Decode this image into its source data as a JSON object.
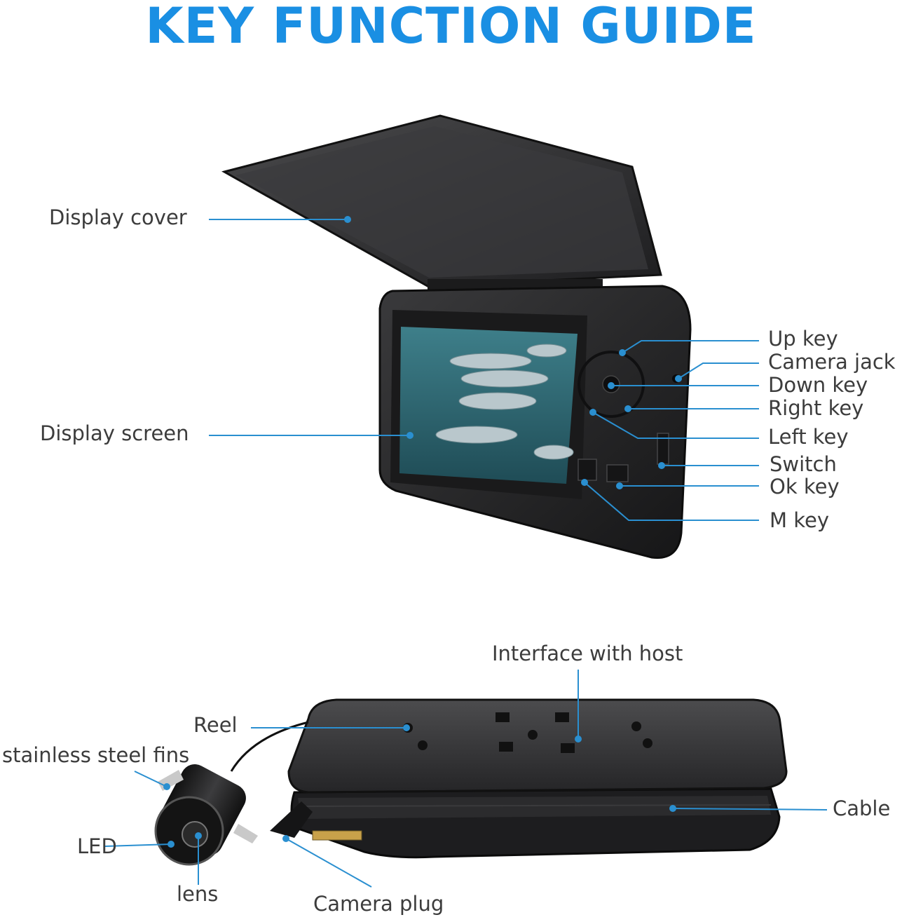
{
  "title": "KEY FUNCTION GUIDE",
  "colors": {
    "title": "#1a8fe3",
    "leader_line": "#2a8fd0",
    "device_body": "#2b2b2d",
    "screen_water": "#2f6f78"
  },
  "monitor_labels": {
    "display_cover": "Display cover",
    "display_screen": "Display screen",
    "up_key": "Up key",
    "camera_jack": "Camera jack",
    "down_key": "Down key",
    "right_key": "Right key",
    "left_key": "Left key",
    "switch": "Switch",
    "ok_key": "Ok key",
    "m_key": "M key"
  },
  "reel_labels": {
    "interface_with_host": "Interface with host",
    "reel": "Reel",
    "stainless_steel_fins": "stainless steel fins",
    "led": "LED",
    "lens": "lens",
    "camera_plug": "Camera plug",
    "cable": "Cable"
  },
  "images": {
    "monitor": "fish-finder-monitor-with-open-cover",
    "screen_content": "school-of-fish-underwater",
    "reel": "cable-reel-with-underwater-camera"
  }
}
